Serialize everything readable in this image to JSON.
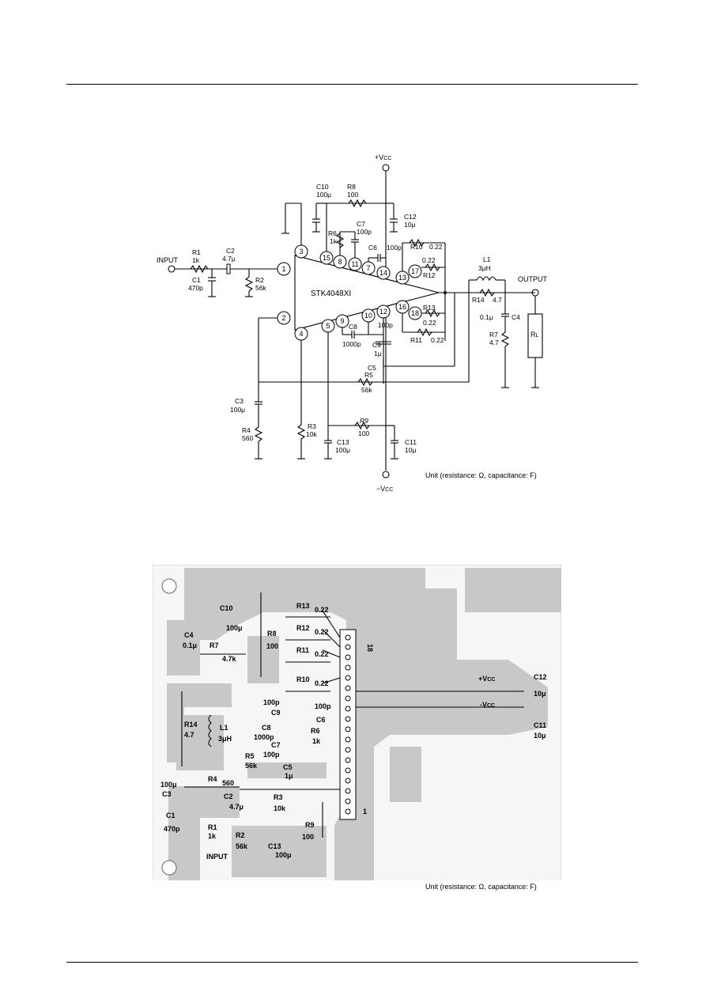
{
  "schematic": {
    "ic_name": "STK4048XI",
    "input_label": "INPUT",
    "output_label": "OUTPUT",
    "vcc_pos": "+V",
    "vcc_neg": "−V",
    "vcc_sub": "CC",
    "load_label": "R",
    "load_sub": "L",
    "unit_note": "Unit (resistance: Ω, capacitance: F)",
    "pins": [
      "3",
      "1",
      "2",
      "4",
      "15",
      "8",
      "11",
      "7",
      "14",
      "13",
      "17",
      "18",
      "16",
      "12",
      "10",
      "9",
      "5"
    ],
    "components": {
      "R1": {
        "name": "R1",
        "value": "1k"
      },
      "C1": {
        "name": "C1",
        "value": "470p"
      },
      "C2": {
        "name": "C2",
        "value": "4.7μ"
      },
      "R2": {
        "name": "R2",
        "value": "56k"
      },
      "C3": {
        "name": "C3",
        "value": "100μ"
      },
      "R4": {
        "name": "R4",
        "value": "560"
      },
      "R3": {
        "name": "R3",
        "value": "10k"
      },
      "C10": {
        "name": "C10",
        "value": "100μ"
      },
      "R8": {
        "name": "R8",
        "value": "100"
      },
      "C12": {
        "name": "C12",
        "value": "10μ"
      },
      "R6": {
        "name": "R6",
        "value": "1k"
      },
      "C7": {
        "name": "C7",
        "value": "100p"
      },
      "C6": {
        "name": "C6",
        "value": "100p"
      },
      "R10": {
        "name": "R10",
        "value": "0.22"
      },
      "R12": {
        "name": "R12",
        "value": "0.22"
      },
      "R13": {
        "name": "R13",
        "value": "0.22"
      },
      "R11": {
        "name": "R11",
        "value": "0.22"
      },
      "L1": {
        "name": "L1",
        "value": "3μH"
      },
      "R14": {
        "name": "R14",
        "value": "4.7"
      },
      "C4": {
        "name": "C4",
        "value": "0.1μ"
      },
      "R7": {
        "name": "R7",
        "value": "4.7"
      },
      "C8": {
        "name": "C8",
        "value": "1000p"
      },
      "C9": {
        "name": "C9",
        "value": "100p"
      },
      "C5": {
        "name": "C5",
        "value": "1μ"
      },
      "R5": {
        "name": "R5",
        "value": "56k"
      },
      "R9": {
        "name": "R9",
        "value": "100"
      },
      "C13": {
        "name": "C13",
        "value": "100μ"
      },
      "C11": {
        "name": "C11",
        "value": "10μ"
      }
    }
  },
  "pcb": {
    "unit_note": "Unit (resistance: Ω, capacitance: F)",
    "pin_count_label": "18",
    "pin_one_label": "1",
    "input_label": "INPUT",
    "vcc_pos": "+V",
    "vcc_neg": "-V",
    "vcc_sub": "CC",
    "labels": {
      "C10": "C10",
      "C10v": "100μ",
      "C4": "C4",
      "C4v": "0.1μ",
      "R7": "R7",
      "R7v": "4.7k",
      "R8": "R8",
      "R8v": "100",
      "R13": "R13",
      "R13v": "0.22",
      "R12": "R12",
      "R12v": "0.22",
      "R11": "R11",
      "R11v": "0.22",
      "R10": "R10",
      "R10v": "0.22",
      "C9": "C9",
      "C9v": "100p",
      "C6": "C6",
      "C6v": "100p",
      "C8": "C8",
      "C8v": "1000p",
      "R6": "R6",
      "R6v": "1k",
      "C7": "C7",
      "C7v": "100p",
      "C5": "C5",
      "C5v": "1μ",
      "R14": "R14",
      "R14v": "4.7",
      "L1": "L1",
      "L1v": "3μH",
      "R5": "R5",
      "R5v": "56k",
      "R4": "R4",
      "R4v": "560",
      "C3": "C3",
      "C3v": "100μ",
      "C2": "C2",
      "C2v": "4.7μ",
      "R3": "R3",
      "R3v": "10k",
      "C1": "C1",
      "C1v": "470p",
      "R1": "R1",
      "R1v": "1k",
      "R2": "R2",
      "R2v": "56k",
      "R9": "R9",
      "R9v": "100",
      "C13": "C13",
      "C13v": "100μ",
      "C12": "C12",
      "C12v": "10μ",
      "C11": "C11",
      "C11v": "10μ"
    }
  }
}
